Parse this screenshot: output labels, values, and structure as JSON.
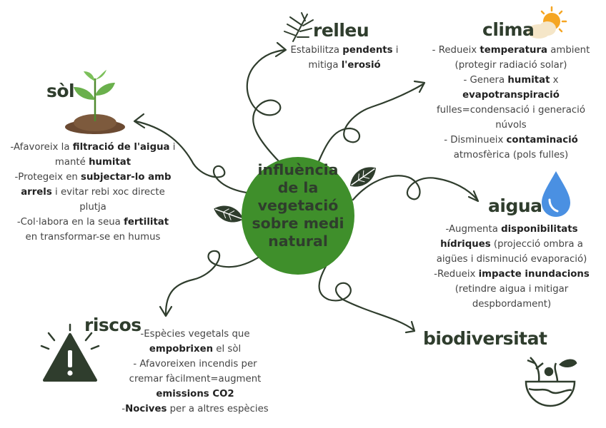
{
  "center": {
    "lines": [
      "influència",
      "de la",
      "vegetació",
      "sobre medi",
      "natural"
    ]
  },
  "sections": {
    "relleu": {
      "title": "relleu",
      "lines": [
        [
          {
            "t": "Estabilitza "
          },
          {
            "t": "pendents",
            "b": true
          },
          {
            "t": " i"
          }
        ],
        [
          {
            "t": "mitiga "
          },
          {
            "t": "l'erosió",
            "b": true
          }
        ]
      ]
    },
    "clima": {
      "title": "clima",
      "lines": [
        [
          {
            "t": "- Redueix "
          },
          {
            "t": "temperatura",
            "b": true
          },
          {
            "t": " ambient"
          }
        ],
        [
          {
            "t": "(protegir radiació solar)"
          }
        ],
        [
          {
            "t": "- Genera "
          },
          {
            "t": "humitat",
            "b": true
          },
          {
            "t": " x"
          }
        ],
        [
          {
            "t": "evapotranspiració",
            "b": true
          }
        ],
        [
          {
            "t": "fulles=condensació i generació"
          }
        ],
        [
          {
            "t": "núvols"
          }
        ],
        [
          {
            "t": "- Disminueix "
          },
          {
            "t": "contaminació",
            "b": true
          }
        ],
        [
          {
            "t": "atmosfèrica (pols fulles)"
          }
        ]
      ]
    },
    "sol": {
      "title": "sòl",
      "lines": [
        [
          {
            "t": "-Afavoreix la "
          },
          {
            "t": "filtració de l'aigua",
            "b": true
          },
          {
            "t": " i"
          }
        ],
        [
          {
            "t": "manté "
          },
          {
            "t": "humitat",
            "b": true
          }
        ],
        [
          {
            "t": "-Protegeix en "
          },
          {
            "t": "subjectar-lo amb",
            "b": true
          }
        ],
        [
          {
            "t": "arrels",
            "b": true
          },
          {
            "t": " i evitar rebi xoc directe"
          }
        ],
        [
          {
            "t": "plutja"
          }
        ],
        [
          {
            "t": "-Col·labora en la seua "
          },
          {
            "t": "fertilitat",
            "b": true
          }
        ],
        [
          {
            "t": "en transformar-se en humus"
          }
        ]
      ]
    },
    "aigua": {
      "title": "aigua",
      "lines": [
        [
          {
            "t": "-Augmenta "
          },
          {
            "t": "disponibilitats",
            "b": true
          }
        ],
        [
          {
            "t": "hídriques",
            "b": true
          },
          {
            "t": " (projecció ombra a"
          }
        ],
        [
          {
            "t": "aigües i disminució evaporació)"
          }
        ],
        [
          {
            "t": "-Redueix "
          },
          {
            "t": "impacte inundacions",
            "b": true
          }
        ],
        [
          {
            "t": "(retindre aigua i mitigar"
          }
        ],
        [
          {
            "t": "despbordament)"
          }
        ]
      ]
    },
    "riscos": {
      "title": "riscos",
      "lines": [
        [
          {
            "t": "-Espècies vegetals que"
          }
        ],
        [
          {
            "t": "empobrixen",
            "b": true
          },
          {
            "t": " el sòl"
          }
        ],
        [
          {
            "t": "- Afavoreixen incendis per"
          }
        ],
        [
          {
            "t": "cremar fàcilment=augment"
          }
        ],
        [
          {
            "t": "emissions CO2",
            "b": true
          }
        ],
        [
          {
            "t": "-"
          },
          {
            "t": "Nocives",
            "b": true
          },
          {
            "t": " per a altres espècies"
          }
        ]
      ]
    },
    "biodiversitat": {
      "title": "biodiversitat"
    }
  },
  "icons": [
    "fern-icon",
    "sun-cloud-icon",
    "sprout-icon",
    "water-drop-icon",
    "warning-icon",
    "globe-wildlife-icon",
    "leaf-icon"
  ],
  "colors": {
    "center": "#3f8f2b",
    "ink": "#2f3d2d",
    "leaf": "#2f3d2d",
    "sprout": "#6ab04c",
    "sun": "#f5a623",
    "drop": "#4a90e2"
  }
}
